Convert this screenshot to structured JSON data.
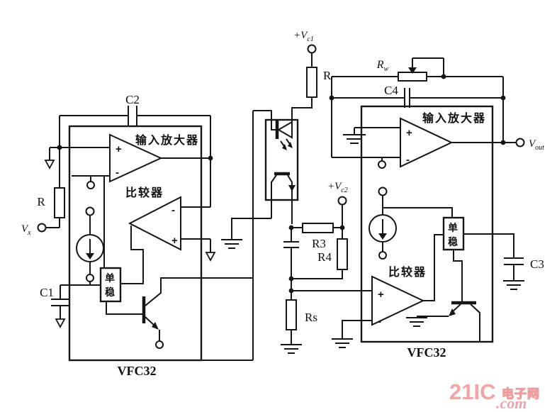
{
  "signs": {
    "plus": "+",
    "minus": "-"
  },
  "left_block": {
    "chip": "VFC32",
    "amp_label": "输入放大器",
    "comp_label": "比较器",
    "mono_line1": "单",
    "mono_line2": "稳",
    "c2": "C2",
    "r": "R",
    "c1": "C1",
    "vx": {
      "base": "V",
      "sub": "x"
    }
  },
  "middle": {
    "vc1": {
      "base": "+V",
      "sub": "c1"
    },
    "r": "R",
    "vc2": {
      "base": "+V",
      "sub": "c2"
    },
    "r3": "R3",
    "r4": "R4",
    "rs": "Rs"
  },
  "right_block": {
    "chip": "VFC32",
    "amp_label": "输入放大器",
    "comp_label": "比较器",
    "mono_line1": "单",
    "mono_line2": "稳",
    "rw": {
      "base": "R",
      "sub": "w"
    },
    "c4": "C4",
    "c3": "C3",
    "vout": {
      "base": "V",
      "sub": "out"
    }
  },
  "watermark": {
    "brand": "21IC",
    "domain": ".com",
    "site_name": "电子网",
    "brand_color": "#f0a6a6",
    "outline_color": "#ee9d9d"
  }
}
